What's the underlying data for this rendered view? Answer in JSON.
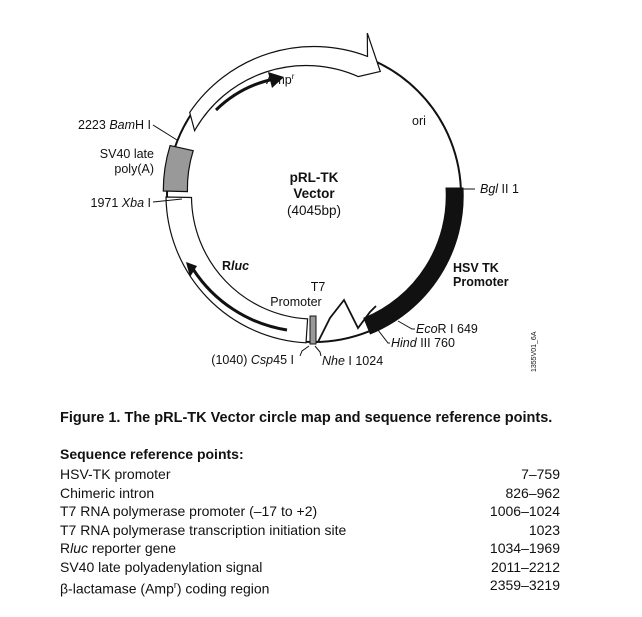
{
  "map": {
    "vector_name": "pRL-TK",
    "vector_word": "Vector",
    "size": "(4045bp)",
    "ori": "ori",
    "amp_base": "Amp",
    "amp_sup": "r",
    "bamhi_pos": "2223",
    "bamhi_name_italic": "Bam",
    "bamhi_name_rest": "H I",
    "sv40_line1": "SV40 late",
    "sv40_line2": "poly(A)",
    "xbai_pos": "1971",
    "xbai_name_italic": "Xba",
    "xbai_name_rest": " I",
    "rluc_r": "R",
    "rluc_luc": "luc",
    "t7": "T7",
    "promoter": "Promoter",
    "csp_pos": "(1040)",
    "csp_name_italic": "Csp",
    "csp_name_rest": "45 I",
    "nhei_name_italic": "Nhe",
    "nhei_name_rest": " I 1024",
    "hind_name_italic": "Hind",
    "hind_name_rest": " III 760",
    "ecori_name_italic": "Eco",
    "ecori_name_rest": "R I 649",
    "hsvtk_line1": "HSV TK",
    "hsvtk_line2": "Promoter",
    "bglii_name_italic": "Bgl",
    "bglii_name_rest": " II 1",
    "figure_id": "1355V01_6A"
  },
  "caption": "Figure 1. The pRL-TK Vector circle map and sequence reference points.",
  "reference": {
    "title": "Sequence reference points:",
    "rows": [
      {
        "label": "HSV-TK promoter",
        "value": "7–759"
      },
      {
        "label": "Chimeric intron",
        "value": "826–962"
      },
      {
        "label": "T7 RNA polymerase promoter (–17 to +2)",
        "value": "1006–1024"
      },
      {
        "label": "T7 RNA polymerase transcription initiation site",
        "value": "1023"
      },
      {
        "label_r": "R",
        "label_luc": "luc",
        "label_rest": " reporter gene",
        "value": "1034–1969"
      },
      {
        "label": "SV40 late polyadenylation signal",
        "value": "2011–2212"
      },
      {
        "label_pre": "β-lactamase (Amp",
        "label_sup": "r",
        "label_post": ") coding region",
        "value": "2359–3219"
      }
    ]
  }
}
